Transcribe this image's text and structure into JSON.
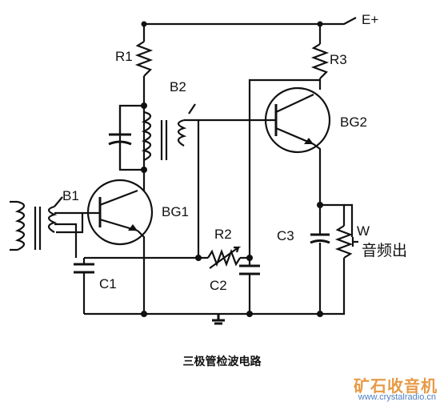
{
  "diagram": {
    "labels": {
      "supply": "E+",
      "r1": "R1",
      "r2": "R2",
      "r3": "R3",
      "b1": "B1",
      "b2": "B2",
      "bg1": "BG1",
      "bg2": "BG2",
      "c1": "C1",
      "c2": "C2",
      "c3": "C3",
      "pot": "W",
      "output": "音频出"
    },
    "caption": "三极管检波电路"
  },
  "watermark": {
    "site_name": "矿石收音机",
    "url": "www.crystalradio.cn",
    "color": "#e79a46",
    "url_color": "#4f7fc0"
  }
}
